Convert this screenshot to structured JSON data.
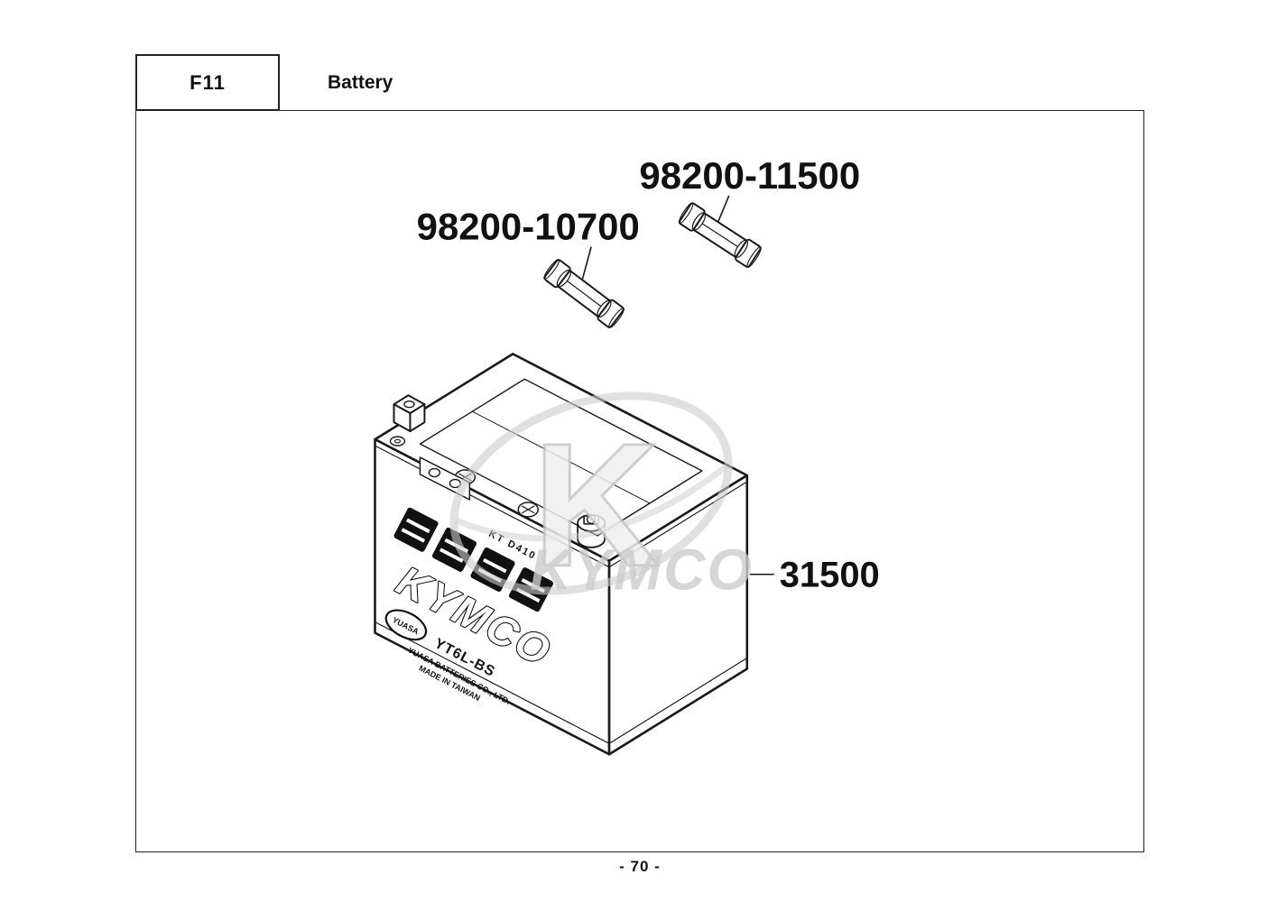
{
  "page": {
    "code": "F11",
    "title": "Battery",
    "page_number": "- 70 -"
  },
  "diagram": {
    "watermark": {
      "letter": "K",
      "brand": "KYMCO"
    },
    "callouts": [
      {
        "part_no": "98200-11500",
        "component": "fuse"
      },
      {
        "part_no": "98200-10700",
        "component": "fuse"
      },
      {
        "part_no": "31500",
        "component": "battery"
      }
    ],
    "battery_label": {
      "code": "KT D410",
      "brand": "KYMCO",
      "badge": "YUASA",
      "model": "YT6L-BS",
      "manufacturer": "YUASA BATTERIES CO., LTD.",
      "origin": "MADE IN TAIWAN"
    }
  },
  "colors": {
    "ink": "#1a1a1a",
    "watermark": "#cccccc",
    "paper": "#ffffff"
  }
}
